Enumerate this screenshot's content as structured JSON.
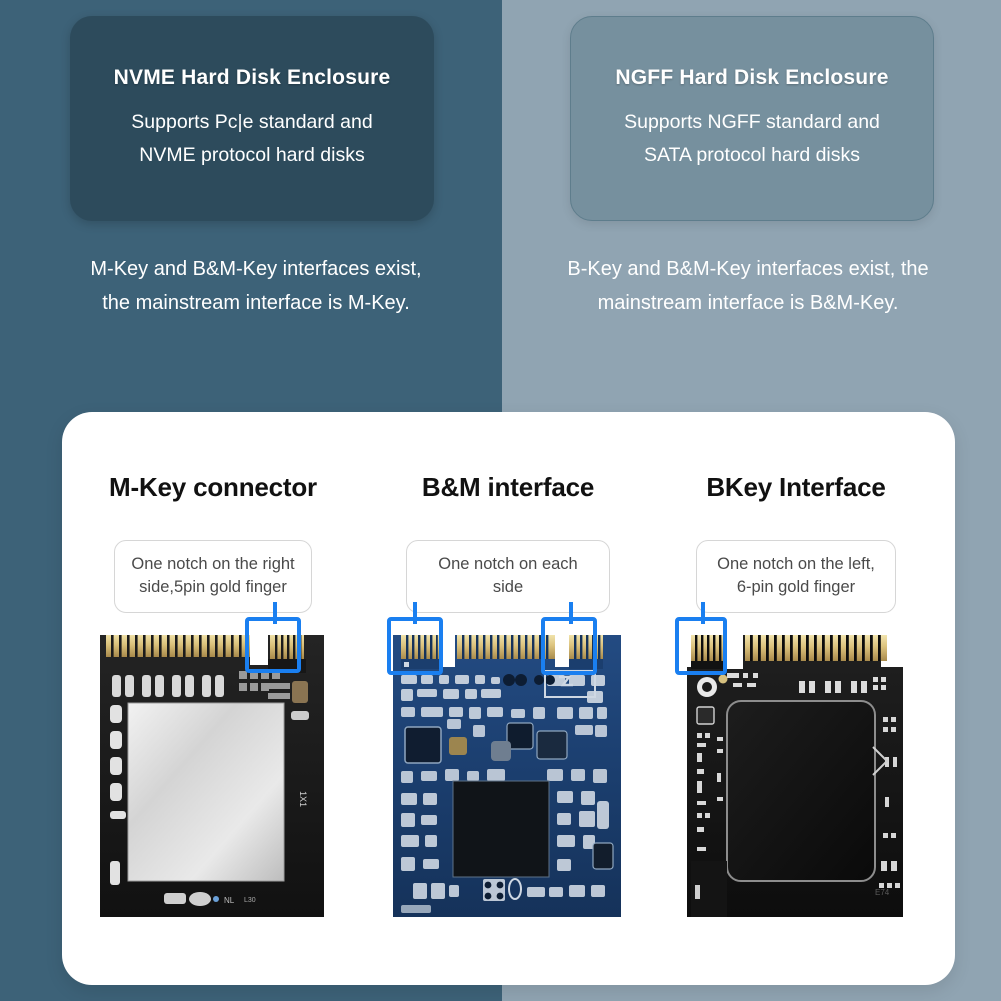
{
  "theme": {
    "bg_left": "#3d6278",
    "bg_right": "#90a4b2",
    "card_left_bg": "#2d4b5c",
    "card_right_bg": "#76909e",
    "panel_bg": "#ffffff",
    "highlight": "#1a7ff0",
    "gold": "#d8c07a",
    "pcb_black": "#1b1b1b",
    "pcb_blue": "#1b3f70"
  },
  "cards": [
    {
      "title": "NVME Hard Disk Enclosure",
      "line1": "Supports Pc|e standard and",
      "line2": "NVME protocol hard disks",
      "caption_line1": "M-Key and B&M-Key interfaces exist,",
      "caption_line2": "the mainstream interface is M-Key."
    },
    {
      "title": "NGFF Hard Disk Enclosure",
      "line1": "Supports NGFF standard and",
      "line2": "SATA protocol hard disks",
      "caption_line1": "B-Key and B&M-Key interfaces exist, the",
      "caption_line2": "mainstream interface is B&M-Key."
    }
  ],
  "connectors": [
    {
      "title": "M-Key connector",
      "note_line1": "One notch on the right",
      "note_line2": "side,5pin gold finger",
      "pcb_color": "black",
      "notch_side": "right",
      "highlighted_pins": 5,
      "chip_label": "silver-heatspreader"
    },
    {
      "title": "B&M interface",
      "note_line1": "One notch on each side",
      "note_line2": "",
      "pcb_color": "blue",
      "notch_side": "both",
      "highlighted_pins": 6,
      "chip_label": "dark-controller"
    },
    {
      "title": "BKey Interface",
      "note_line1": "One notch on the left,",
      "note_line2": "6-pin gold finger",
      "pcb_color": "black",
      "notch_side": "left",
      "highlighted_pins": 6,
      "chip_label": "black-nand"
    }
  ]
}
